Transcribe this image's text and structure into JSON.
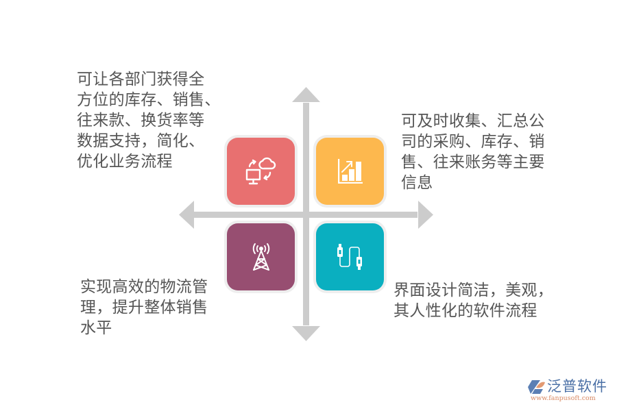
{
  "diagram": {
    "type": "four-quadrant cross arrows",
    "arrow_color": "#cccccc",
    "frame_color": "#eeeeee",
    "quadrants": [
      {
        "position": "top-left",
        "icon": "computer-cloud-sync-icon",
        "color": "#e87070",
        "text": "可让各部门获得全方位的库存、销售、往来款、换货率等数据支持，简化、优化业务流程",
        "lines": [
          "可让各部门获得全",
          "方位的库存、销售、",
          "往来款、换货率等",
          "数据支持，简化、",
          "优化业务流程"
        ]
      },
      {
        "position": "top-right",
        "icon": "bar-chart-growth-icon",
        "color": "#fdb84e",
        "text": "可及时收集、汇总公司的采购、库存、销售、往来账务等主要信息",
        "lines": [
          "可及时收集、汇总公",
          "司的采购、库存、销",
          "售、往来账务等主要",
          "信息"
        ]
      },
      {
        "position": "bottom-left",
        "icon": "signal-tower-icon",
        "color": "#974e71",
        "text": "实现高效的物流管理，提升整体销售水平",
        "lines": [
          "实现高效的物流管",
          "理，提升整体销售",
          "水平"
        ]
      },
      {
        "position": "bottom-right",
        "icon": "usb-cable-icon",
        "color": "#0aafc0",
        "text": "界面设计简洁，美观，其人性化的软件流程",
        "lines": [
          "界面设计简洁，美观，",
          "其人性化的软件流程"
        ]
      }
    ]
  },
  "logo": {
    "name": "泛普软件",
    "url": "www.fanpusoft.com",
    "name_color": "#4a6fa5",
    "url_color": "#d98a64"
  }
}
